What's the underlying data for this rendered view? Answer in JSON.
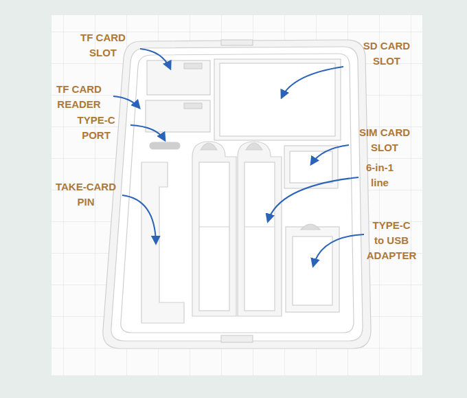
{
  "diagram": {
    "labels": [
      "TF CARD SLOT",
      "TF CARD READER",
      "TYPE-C PORT",
      "TAKE-CARD PIN",
      "SD CARD SLOT",
      "SIM CARD SLOT",
      "6-in-1 line",
      "TYPE-C to USB ADAPTER"
    ]
  }
}
